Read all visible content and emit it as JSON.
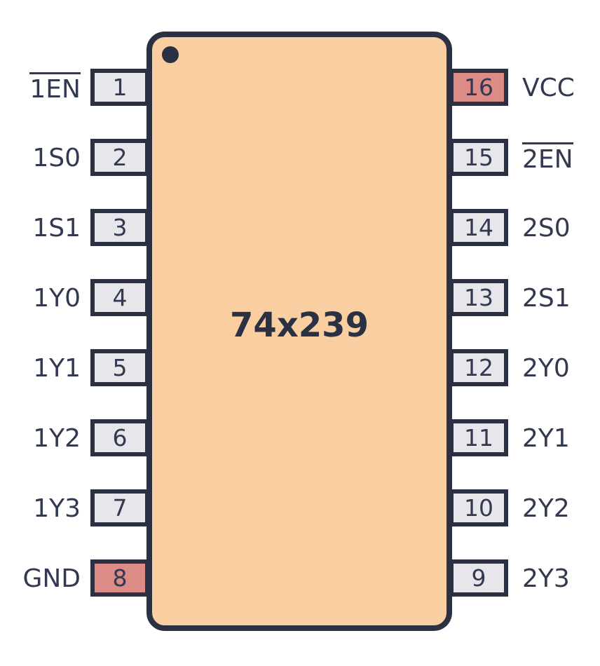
{
  "chip": {
    "name": "74x239",
    "package_pin_count": 16
  },
  "colors": {
    "body_fill": "#F9CFA2",
    "outline": "#2B3142",
    "pin_fill": "#E7E6EA",
    "power_fill": "#DC8B86",
    "text": "#323950",
    "background": "#FFFFFF"
  },
  "left_pins": [
    {
      "number": "1",
      "label": "1EN",
      "overline": true,
      "power": false
    },
    {
      "number": "2",
      "label": "1S0",
      "overline": false,
      "power": false
    },
    {
      "number": "3",
      "label": "1S1",
      "overline": false,
      "power": false
    },
    {
      "number": "4",
      "label": "1Y0",
      "overline": false,
      "power": false
    },
    {
      "number": "5",
      "label": "1Y1",
      "overline": false,
      "power": false
    },
    {
      "number": "6",
      "label": "1Y2",
      "overline": false,
      "power": false
    },
    {
      "number": "7",
      "label": "1Y3",
      "overline": false,
      "power": false
    },
    {
      "number": "8",
      "label": "GND",
      "overline": false,
      "power": true
    }
  ],
  "right_pins": [
    {
      "number": "16",
      "label": "VCC",
      "overline": false,
      "power": true
    },
    {
      "number": "15",
      "label": "2EN",
      "overline": true,
      "power": false
    },
    {
      "number": "14",
      "label": "2S0",
      "overline": false,
      "power": false
    },
    {
      "number": "13",
      "label": "2S1",
      "overline": false,
      "power": false
    },
    {
      "number": "12",
      "label": "2Y0",
      "overline": false,
      "power": false
    },
    {
      "number": "11",
      "label": "2Y1",
      "overline": false,
      "power": false
    },
    {
      "number": "10",
      "label": "2Y2",
      "overline": false,
      "power": false
    },
    {
      "number": "9",
      "label": "2Y3",
      "overline": false,
      "power": false
    }
  ]
}
